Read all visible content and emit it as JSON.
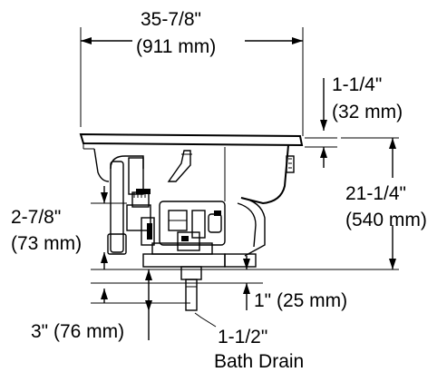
{
  "diagram": {
    "width_label": "35-7/8\"",
    "width_label_mm": "(911 mm)",
    "rim_label": "1-1/4\"",
    "rim_label_mm": "(32 mm)",
    "height_label": "21-1/4\"",
    "height_label_mm": "(540 mm)",
    "pump_label": "2-7/8\"",
    "pump_label_mm": "(73 mm)",
    "drain_offset_label": "1\" (25 mm)",
    "drain_depth_label": "3\" (76 mm)",
    "drain_size_label": "1-1/2\"",
    "drain_caption": "Bath Drain"
  }
}
